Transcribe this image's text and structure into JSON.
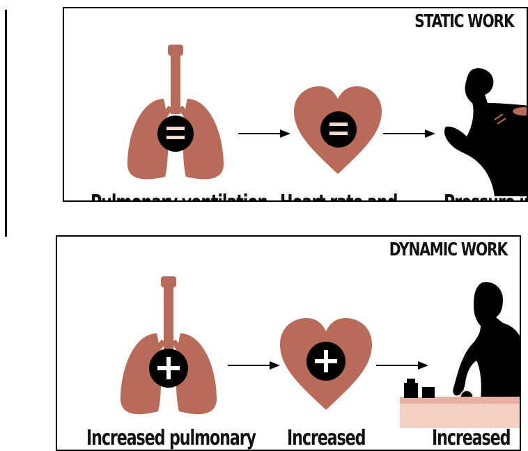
{
  "static_panel": {
    "title": "STATIC WORK",
    "symbol": "equals",
    "captions": [
      "Pulmonary ventilation",
      "Heart rate and",
      "Pressure in"
    ]
  },
  "dynamic_panel": {
    "title": "DYNAMIC WORK",
    "symbol": "plus",
    "captions": [
      "Increased pulmonary",
      "Increased",
      "Increased"
    ]
  },
  "colors": {
    "organ": "#b86b59",
    "silhouette": "#000000",
    "frame": "#000000",
    "shelf": "#e8b0a0"
  },
  "icons": [
    "lungs-icon",
    "heart-icon",
    "man-lifting-icon",
    "woman-working-icon",
    "arrow-right-icon"
  ]
}
